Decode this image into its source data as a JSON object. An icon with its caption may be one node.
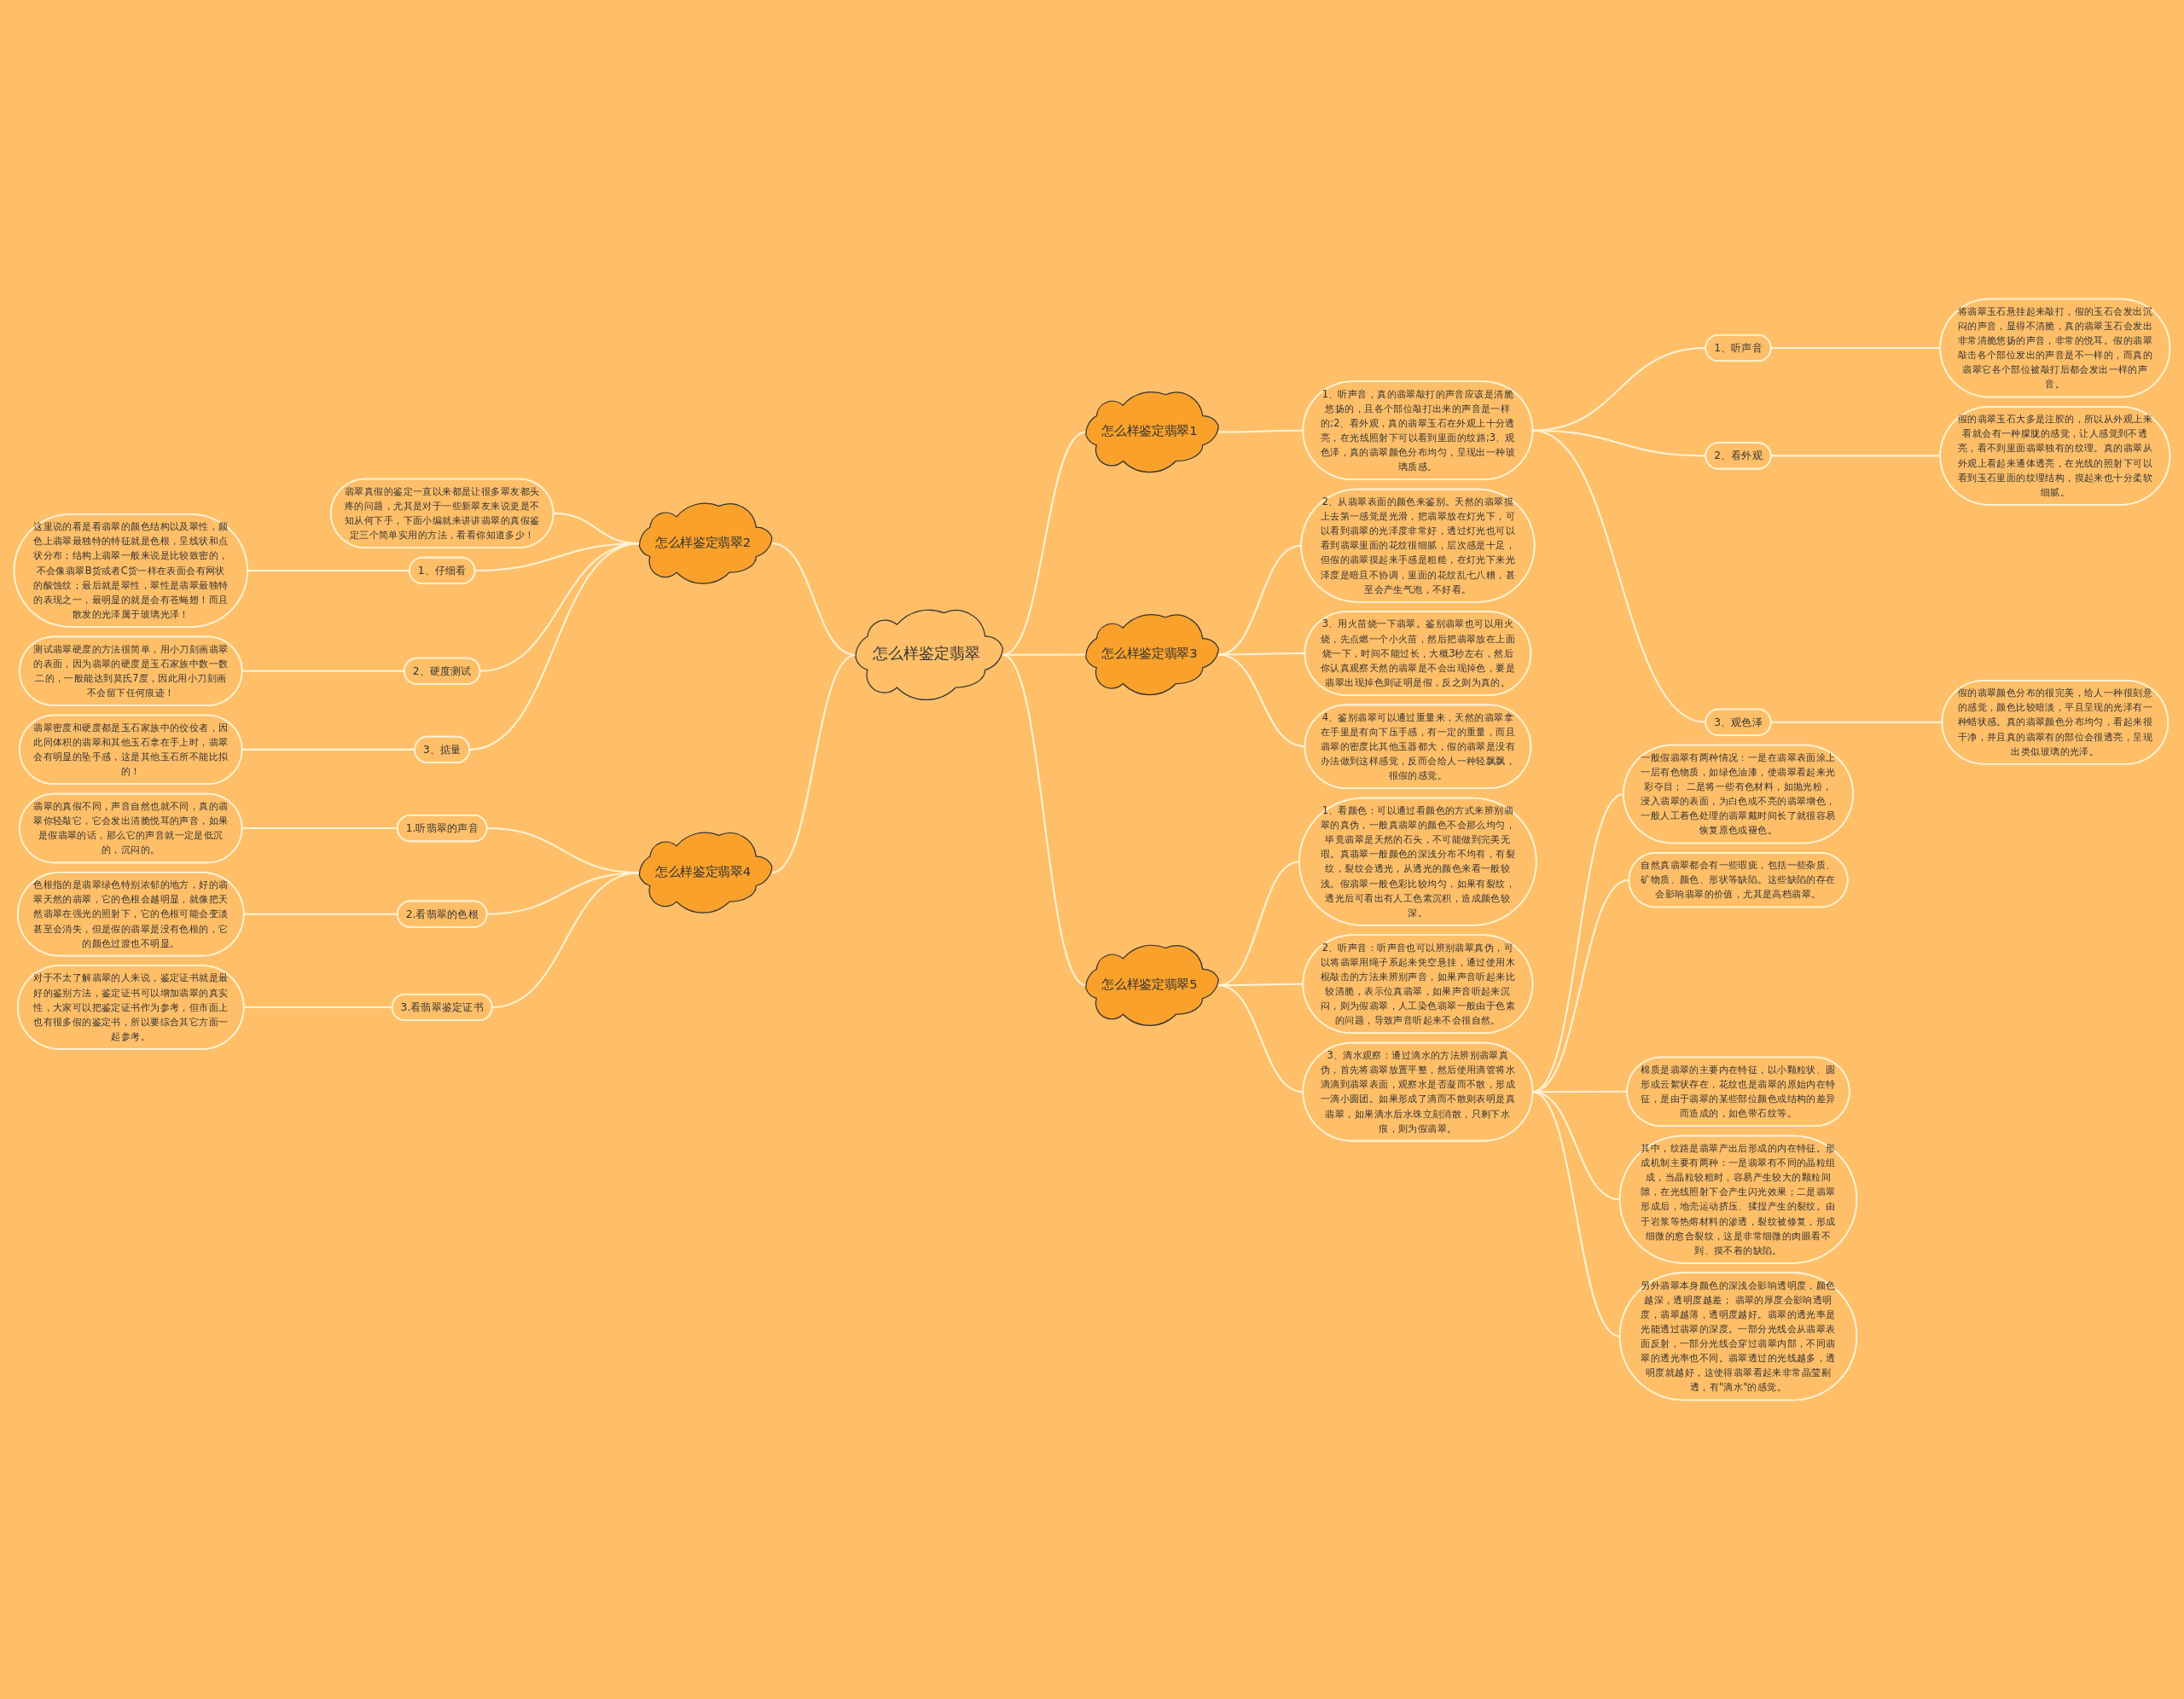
{
  "diagram": {
    "nodes": [
      {
        "text": [
          "怎么样鉴定翡翠"
        ]
      },
      {
        "text": [
          "怎么样鉴定翡翠1"
        ]
      },
      {
        "text": [
          "1、听声音，真的翡翠敲打的声音应该是清脆悠扬的，且各个部位敲打出来的声音是一样的;2、看外观，真的翡翠玉石在外观上十分透亮，在光线照射下可以看到里面的纹路;3、观色泽，真的翡翠颜色分布均匀，呈现出一种玻璃质感。"
        ]
      },
      {
        "text": [
          "1、听声音"
        ]
      },
      {
        "text": [
          "将翡翠玉石悬挂起来敲打，假的玉石会发出沉闷的声音，显得不清脆，真的翡翠玉石会发出非常清脆悠扬的声音，非常的悦耳。假的翡翠敲击各个部位发出的声音是不一样的，而真的翡翠它各个部位被敲打后都会发出一样的声音。"
        ]
      },
      {
        "text": [
          "2、看外观"
        ]
      },
      {
        "text": [
          "假的翡翠玉石大多是注胶的，所以从外观上来看就会有一种朦胧的感觉，让人感觉到不透亮，看不到里面翡翠独有的纹理。真的翡翠从外观上看起来通体透亮，在光线的照射下可以看到玉石里面的纹理结构，摸起来也十分柔软细腻。"
        ]
      },
      {
        "text": [
          "3、观色泽"
        ]
      },
      {
        "text": [
          "假的翡翠颜色分布的很完美，给人一种很刻意的感觉，颜色比较暗淡，平且呈现的光泽有一种蜡状感。真的翡翠颜色分布均匀，看起来很干净，并且真的翡翠有的部位会很透亮，呈现出类似玻璃的光泽。"
        ]
      },
      {
        "text": [
          "怎么样鉴定翡翠3"
        ]
      },
      {
        "text": [
          "2、从翡翠表面的颜色来鉴别。天然的翡翠摸上去第一感觉是光滑，把翡翠放在灯光下，可以看到翡翠的光泽度非常好，透过灯光也可以看到翡翠里面的花纹很细腻，层次感是十足，但假的翡翠摸起来手感是粗糙，在灯光下来光泽度是暗且不协调，里面的花纹乱七八糟，甚至会产生气泡，不好看。"
        ]
      },
      {
        "text": [
          "3、用火苗烧一下翡翠。鉴别翡翠也可以用火烧，先点燃一个小火苗，然后把翡翠放在上面烧一下，时间不能过长，大概3秒左右，然后你认真观察天然的翡翠是不会出现掉色，要是翡翠出现掉色则证明是假，反之则为真的。"
        ]
      },
      {
        "text": [
          "4、鉴别翡翠可以通过重量来，天然的翡翠拿在手里是有向下压手感，有一定的重量，而且翡翠的密度比其他玉器都大，假的翡翠是没有办法做到这样感觉，反而会给人一种轻飘飘，很假的感觉。"
        ]
      },
      {
        "text": [
          "怎么样鉴定翡翠5"
        ]
      },
      {
        "text": [
          "1、看颜色：可以通过看颜色的方式来辨别翡翠的真伪，一般真翡翠的颜色不会那么均匀，毕竟翡翠是天然的石头，不可能做到完美无瑕。真翡翠一般颜色的深浅分布不均有，有裂纹，裂纹会透光，从透光的颜色来看一般较浅。假翡翠一般色彩比较均匀，如果有裂纹，透光后可看出有人工色素沉积，造成颜色较深。"
        ]
      },
      {
        "text": [
          "2、听声音：听声音也可以辨别翡翠真伪，可以将翡翠用绳子系起来凭空悬挂，通过使用木棍敲击的方法来辨别声音，如果声音听起来比较清脆，表示位真翡翠，如果声音听起来沉闷，则为假翡翠，人工染色翡翠一般由于色素的问题，导致声音听起来不会很自然。"
        ]
      },
      {
        "text": [
          "3、滴水观察：通过滴水的方法辨别翡翠真伪，首先将翡翠放置平整，然后使用滴管将水滴滴到翡翠表面，观察水是否凝而不散，形成一滴小圆团。如果形成了滴而不散则表明是真翡翠，如果滴水后水珠立刻消散，只剩下水痕，则为假翡翠。"
        ]
      },
      {
        "text": [
          "一般假翡翠有两种情况：一是在翡翠表面涂上一层有色物质，如绿色油漆，使翡翠看起来光彩夺目； 二是将一些有色材料，如抛光粉，浸入翡翠的表面，为白色或不亮的翡翠增色，一般人工着色处理的翡翠戴时间长了就很容易恢复原色或褪色。"
        ]
      },
      {
        "text": [
          "自然真翡翠都会有一些瑕疵，包括一些杂质、矿物质、颜色、形状等缺陷。这些缺陷的存在会影响翡翠的价值，尤其是高档翡翠。"
        ]
      },
      {
        "text": [
          "棉质是翡翠的主要内在特征，以小颗粒状、圆形或云絮状存在，花纹也是翡翠的原始内在特征，是由于翡翠的某些部位颜色或结构的差异而造成的，如色带石纹等。"
        ]
      },
      {
        "text": [
          "其中，纹路是翡翠产出后形成的内在特征。形成机制主要有两种：一是翡翠有不同的晶粒组成，当晶粒较粗时，容易产生较大的颗粒间隙，在光线照射下会产生闪光效果；二是翡翠形成后，地壳运动挤压、揉捏产生的裂纹。由于岩浆等热熔材料的渗透，裂纹被修复，形成细微的愈合裂纹，这是非常细微的肉眼看不到、摸不着的缺陷。"
        ]
      },
      {
        "text": [
          "另外翡翠本身颜色的深浅会影响透明度，颜色越深，透明度越差； 翡翠的厚度会影响透明度，翡翠越薄，透明度越好。翡翠的透光率是光能透过翡翠的深度。一部分光线会从翡翠表面反射，一部分光线会穿过翡翠内部，不同翡翠的透光率也不同。翡翠透过的光线越多，透明度就越好，这使得翡翠看起来非常晶莹剔透，有\"滴水\"的感觉。"
        ]
      },
      {
        "text": [
          "怎么样鉴定翡翠2"
        ]
      },
      {
        "text": [
          "翡翠真假的鉴定一直以来都是让很多翠友都头疼的问题，尤其是对于一些新翠友来说更是不知从何下手，下面小编就来讲讲翡翠的真假鉴定三个简单实用的方法，看看你知道多少！"
        ]
      },
      {
        "text": [
          "1、仔细看"
        ]
      },
      {
        "text": [
          "这里说的看是看翡翠的颜色结构以及翠性，颜色上翡翠最独特的特征就是色根，呈线状和点状分布；结构上翡翠一般来说是比较致密的，不会像翡翠B货或者C货一样在表面会有网状的酸蚀纹；最后就是翠性，翠性是翡翠最独特的表现之一，最明显的就是会有苍蝇翅！而且散发的光泽属于玻璃光泽！"
        ]
      },
      {
        "text": [
          "2、硬度测试"
        ]
      },
      {
        "text": [
          "测试翡翠硬度的方法很简单，用小刀刻画翡翠的表面，因为翡翠的硬度是玉石家族中数一数二的，一般能达到莫氏7度，因此用小刀刻画不会留下任何痕迹！"
        ]
      },
      {
        "text": [
          "3、掂量"
        ]
      },
      {
        "text": [
          "翡翠密度和硬度都是玉石家族中的佼佼者，因此同体积的翡翠和其他玉石拿在手上时，翡翠会有明显的坠手感，这是其他玉石所不能比拟的！"
        ]
      },
      {
        "text": [
          "怎么样鉴定翡翠4"
        ]
      },
      {
        "text": [
          "1.听翡翠的声音"
        ]
      },
      {
        "text": [
          "翡翠的真假不同，声音自然也就不同，真的翡翠你轻敲它，它会发出清脆悦耳的声音，如果是假翡翠的话，那么它的声音就一定是低沉的，沉闷的。"
        ]
      },
      {
        "text": [
          "2.看翡翠的色根"
        ]
      },
      {
        "text": [
          "色根指的是翡翠绿色特别浓郁的地方，好的翡翠天然的翡翠，它的色根会越明显，就像把天然翡翠在强光的照射下，它的色根可能会变淡甚至会消失，但是假的翡翠是没有色根的，它的颜色过渡也不明显。"
        ]
      },
      {
        "text": [
          "3.看翡翠鉴定证书"
        ]
      },
      {
        "text": [
          "对于不太了解翡翠的人来说，鉴定证书就是最好的鉴别方法，鉴定证书可以增加翡翠的真实性，大家可以把鉴定证书作为参考，但市面上也有很多假的鉴定书，所以要综合其它方面一起参考。"
        ]
      }
    ],
    "edges": [
      {
        "from": 0,
        "to": 1,
        "arrow": "none"
      },
      {
        "from": 1,
        "to": 2,
        "arrow": "none"
      },
      {
        "from": 2,
        "to": 3,
        "arrow": "none"
      },
      {
        "from": 3,
        "to": 4,
        "arrow": "none"
      },
      {
        "from": 2,
        "to": 5,
        "arrow": "none"
      },
      {
        "from": 5,
        "to": 6,
        "arrow": "none"
      },
      {
        "from": 2,
        "to": 7,
        "arrow": "none"
      },
      {
        "from": 7,
        "to": 8,
        "arrow": "none"
      },
      {
        "from": 0,
        "to": 9,
        "arrow": "none"
      },
      {
        "from": 9,
        "to": 10,
        "arrow": "none"
      },
      {
        "from": 9,
        "to": 11,
        "arrow": "none"
      },
      {
        "from": 9,
        "to": 12,
        "arrow": "none"
      },
      {
        "from": 0,
        "to": 13,
        "arrow": "none"
      },
      {
        "from": 13,
        "to": 14,
        "arrow": "none"
      },
      {
        "from": 13,
        "to": 15,
        "arrow": "none"
      },
      {
        "from": 13,
        "to": 16,
        "arrow": "none"
      },
      {
        "from": 16,
        "to": 17,
        "arrow": "none"
      },
      {
        "from": 16,
        "to": 18,
        "arrow": "none"
      },
      {
        "from": 16,
        "to": 19,
        "arrow": "none"
      },
      {
        "from": 16,
        "to": 20,
        "arrow": "none"
      },
      {
        "from": 16,
        "to": 21,
        "arrow": "none"
      },
      {
        "from": 22,
        "to": 0,
        "arrow": "none"
      },
      {
        "from": 23,
        "to": 22,
        "arrow": "none"
      },
      {
        "from": 24,
        "to": 22,
        "arrow": "none"
      },
      {
        "from": 25,
        "to": 24,
        "arrow": "none"
      },
      {
        "from": 26,
        "to": 22,
        "arrow": "none"
      },
      {
        "from": 27,
        "to": 26,
        "arrow": "none"
      },
      {
        "from": 28,
        "to": 22,
        "arrow": "none"
      },
      {
        "from": 29,
        "to": 28,
        "arrow": "none"
      },
      {
        "from": 30,
        "to": 0,
        "arrow": "none"
      },
      {
        "from": 31,
        "to": 30,
        "arrow": "none"
      },
      {
        "from": 32,
        "to": 31,
        "arrow": "none"
      },
      {
        "from": 33,
        "to": 30,
        "arrow": "none"
      },
      {
        "from": 34,
        "to": 33,
        "arrow": "none"
      },
      {
        "from": 35,
        "to": 30,
        "arrow": "none"
      },
      {
        "from": 36,
        "to": 35,
        "arrow": "none"
      }
    ]
  }
}
